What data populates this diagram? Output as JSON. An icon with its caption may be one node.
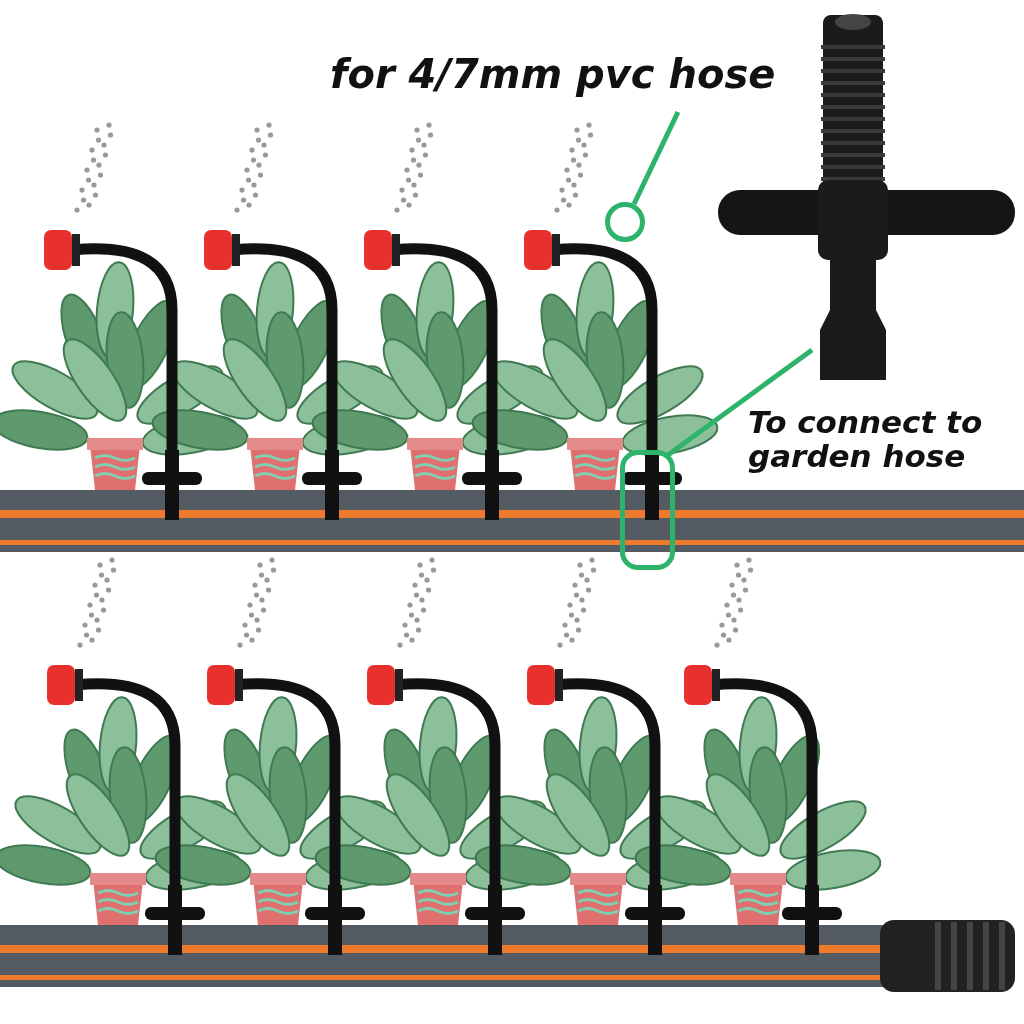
{
  "diagram": {
    "nodes": [
      {
        "text": [
          "for 4/7mm pvc hose"
        ]
      },
      {
        "text": [],
        "shape": "circle"
      },
      {
        "text": [
          "To connect to garden hose"
        ]
      },
      {
        "text": [],
        "shape": "box"
      }
    ],
    "edges": [
      {
        "from": 0,
        "to": 1,
        "arrow": "none"
      },
      {
        "from": 2,
        "to": 3,
        "arrow": "none"
      }
    ]
  }
}
